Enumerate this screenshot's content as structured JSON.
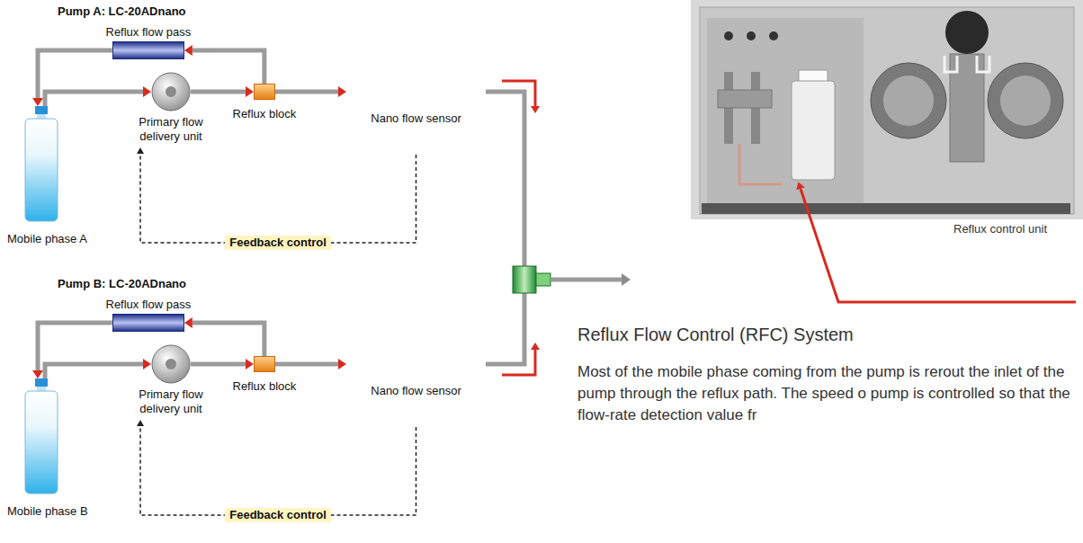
{
  "diagram": {
    "title": "Reflux Flow Control (RFC) System",
    "nodes": [
      {
        "text": [
          "Pump A: LC-20ADnano"
        ]
      },
      {
        "text": [
          "Reflux flow pass"
        ],
        "in": 0
      },
      {
        "text": [
          "Mobile phase A"
        ],
        "in": 0
      },
      {
        "text": [
          "Primary flow delivery unit"
        ],
        "in": 0
      },
      {
        "text": [
          "Reflux block"
        ],
        "in": 0
      },
      {
        "text": [
          "Nano flow sensor"
        ],
        "in": 0
      },
      {
        "text": [
          "Pump B: LC-20ADnano"
        ]
      },
      {
        "text": [
          "Reflux flow pass"
        ],
        "in": 6
      },
      {
        "text": [
          "Mobile phase B"
        ],
        "in": 6
      },
      {
        "text": [
          "Primary flow delivery unit"
        ],
        "in": 6
      },
      {
        "text": [
          "Reflux block"
        ],
        "in": 6
      },
      {
        "text": [
          "Nano flow sensor"
        ],
        "in": 6
      }
    ],
    "edges": [
      {
        "from": 2,
        "to": 3,
        "arrow": "to"
      },
      {
        "from": 3,
        "to": 4,
        "arrow": "to"
      },
      {
        "from": 4,
        "to": 1,
        "arrow": "to"
      },
      {
        "from": 1,
        "to": 2,
        "arrow": "to"
      },
      {
        "from": 4,
        "to": 5,
        "arrow": "to"
      },
      {
        "from": 5,
        "to": 3,
        "label": "Feedback control",
        "arrow": "to"
      },
      {
        "from": 8,
        "to": 9,
        "arrow": "to"
      },
      {
        "from": 9,
        "to": 10,
        "arrow": "to"
      },
      {
        "from": 10,
        "to": 7,
        "arrow": "to"
      },
      {
        "from": 7,
        "to": 8,
        "arrow": "to"
      },
      {
        "from": 10,
        "to": 11,
        "arrow": "to"
      },
      {
        "from": 11,
        "to": 9,
        "label": "Feedback control",
        "arrow": "to"
      }
    ],
    "labels": [
      "Reflux control unit",
      "Most of the mobile phase coming from the pump is rerout the inlet of the pump through the reflux path. The speed o pump is controlled so that the flow-rate detection value fr"
    ]
  }
}
